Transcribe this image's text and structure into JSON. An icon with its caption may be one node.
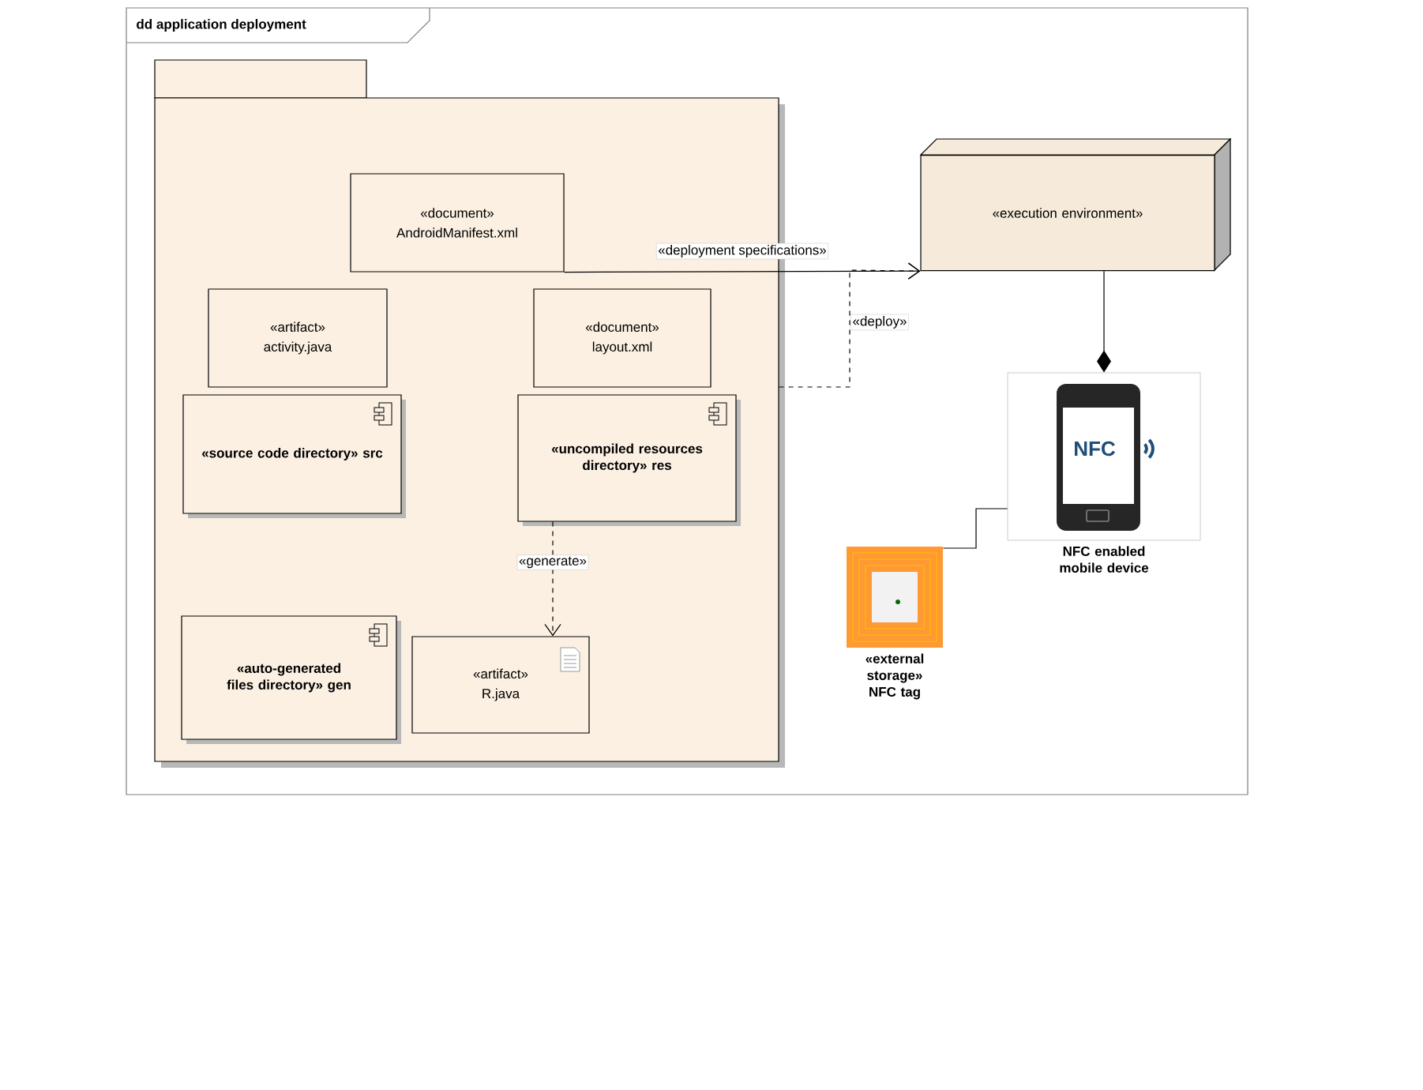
{
  "diagram": {
    "title": "dd application deployment",
    "nodes": [
      {
        "text": [],
        "shape": "box"
      },
      {
        "text": [
          "«document»",
          "AndroidManifest.xml"
        ],
        "in": 0
      },
      {
        "text": [
          "«artifact»",
          "activity.java"
        ],
        "in": 0
      },
      {
        "text": [
          "«document»",
          "layout.xml"
        ],
        "in": 0
      },
      {
        "text": [
          "«source code directory» src"
        ],
        "in": 0
      },
      {
        "text": [
          "«uncompiled resources directory» res"
        ],
        "in": 0
      },
      {
        "text": [
          "«auto-generated files directory» gen"
        ],
        "in": 0
      },
      {
        "text": [
          "«artifact»",
          "R.java"
        ],
        "in": 0
      },
      {
        "text": [
          "«execution environment»"
        ]
      },
      {
        "text": [],
        "shape": "picture",
        "beside": [
          "NFC enabled mobile device"
        ]
      },
      {
        "text": [],
        "shape": "picture",
        "beside": [
          "«external storage» NFC tag"
        ]
      }
    ],
    "edges": [
      {
        "from": 1,
        "to": 8,
        "arrow": "to",
        "label": "«deployment specifications»"
      },
      {
        "from": 0,
        "to": 8,
        "arrow": "to",
        "style": "dashed",
        "label": "«deploy»"
      },
      {
        "from": 5,
        "to": 7,
        "arrow": "to",
        "style": "dashed",
        "label": "«generate»"
      },
      {
        "from": 8,
        "to": 9,
        "arrow": "other"
      },
      {
        "from": 10,
        "to": 9,
        "arrow": "none"
      }
    ],
    "labels": [
      "NFC"
    ]
  }
}
